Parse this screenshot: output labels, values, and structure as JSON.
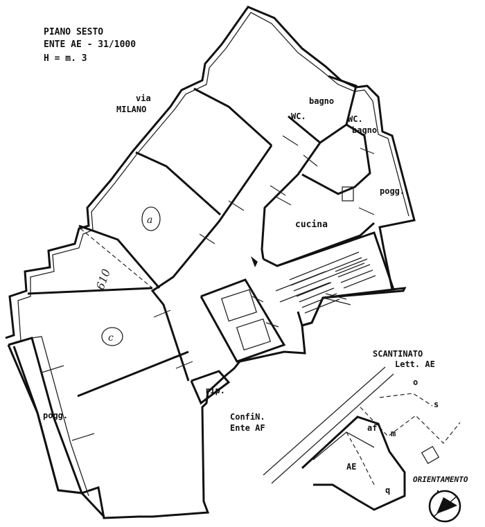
{
  "header": {
    "line1": "PIANO SESTO",
    "line2": "ENTE AE - 31/1000",
    "line3": "H = m. 3"
  },
  "street": {
    "line1": "via",
    "line2": "MILANO"
  },
  "rooms": {
    "bagno_1": "bagno",
    "wc_1": "WC.",
    "wc_2": "WC.",
    "bagno_2": "bagno",
    "pogg_right": "pogg.",
    "cucina": "cucina",
    "rip": "rip.",
    "pogg_left": "pogg."
  },
  "neighbor": {
    "line1": "ConfiN.",
    "line2": "Ente AF"
  },
  "basement": {
    "title": "SCANTINATO",
    "subtitle": "Lett. AE",
    "cell_o": "o",
    "cell_s": "s",
    "cell_af": "af",
    "cell_m": "m",
    "cell_ae": "AE",
    "cell_q": "q"
  },
  "orientation": {
    "label": "ORIENTAMENTO"
  },
  "handwriting": {
    "mark_a": "a",
    "mark_b": "c",
    "note": "610"
  }
}
